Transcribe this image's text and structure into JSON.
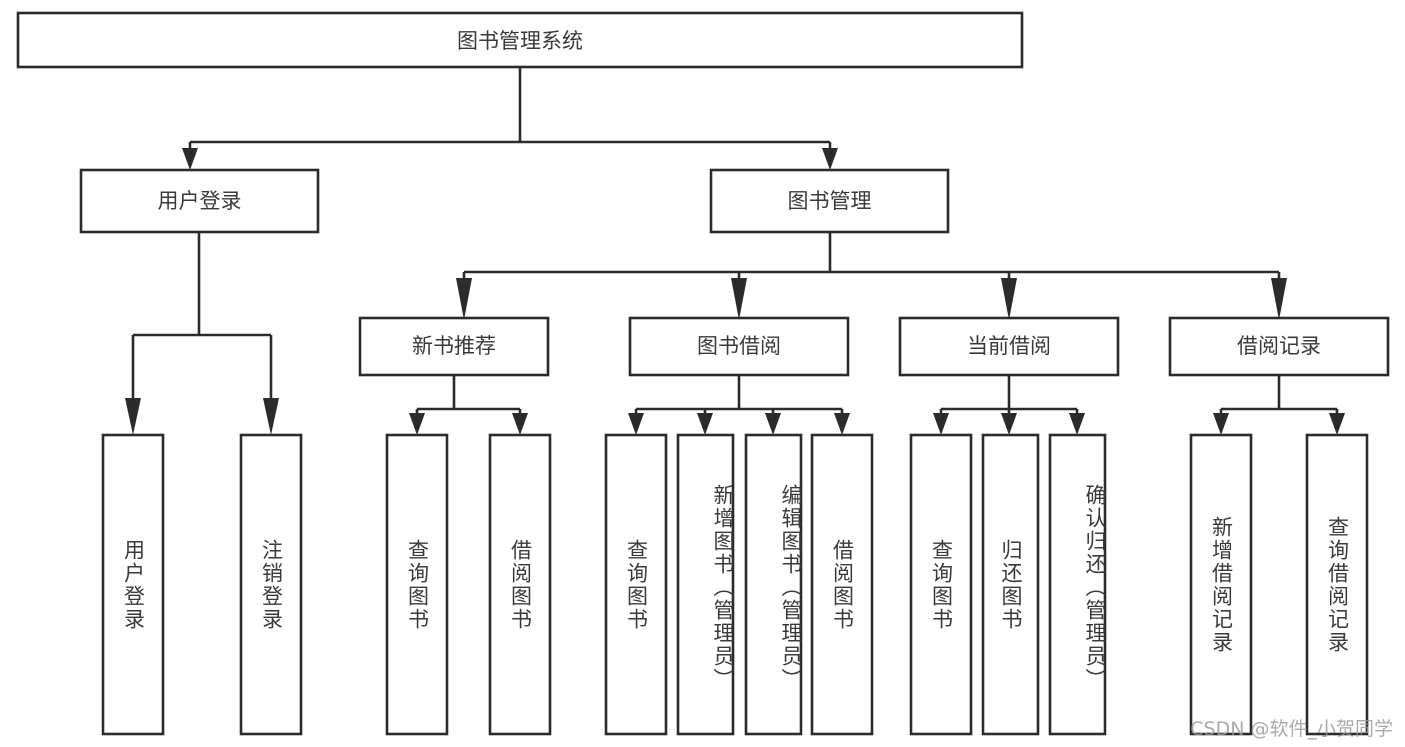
{
  "diagram": {
    "type": "tree-hierarchy",
    "title": "图书管理系统",
    "root": {
      "label": "图书管理系统",
      "orientation": "horizontal"
    },
    "level2": [
      {
        "label": "用户登录",
        "orientation": "horizontal"
      },
      {
        "label": "图书管理",
        "orientation": "horizontal"
      }
    ],
    "level3": [
      {
        "label": "新书推荐",
        "orientation": "horizontal"
      },
      {
        "label": "图书借阅",
        "orientation": "horizontal"
      },
      {
        "label": "当前借阅",
        "orientation": "horizontal"
      },
      {
        "label": "借阅记录",
        "orientation": "horizontal"
      }
    ],
    "leaves": {
      "user_login": [
        {
          "label": "用户登录",
          "orientation": "vertical"
        },
        {
          "label": "注销登录",
          "orientation": "vertical"
        }
      ],
      "new_book_recommend": [
        {
          "label": "查询图书",
          "orientation": "vertical"
        },
        {
          "label": "借阅图书",
          "orientation": "vertical"
        }
      ],
      "book_borrow": [
        {
          "label": "查询图书",
          "orientation": "vertical"
        },
        {
          "label": "新增图书（管理员）",
          "orientation": "vertical"
        },
        {
          "label": "编辑图书（管理员）",
          "orientation": "vertical"
        },
        {
          "label": "借阅图书",
          "orientation": "vertical"
        }
      ],
      "current_borrow": [
        {
          "label": "查询图书",
          "orientation": "vertical"
        },
        {
          "label": "归还图书",
          "orientation": "vertical"
        },
        {
          "label": "确认归还（管理员）",
          "orientation": "vertical"
        }
      ],
      "borrow_record": [
        {
          "label": "新增借阅记录",
          "orientation": "vertical"
        },
        {
          "label": "查询借阅记录",
          "orientation": "vertical"
        }
      ]
    },
    "colors": {
      "background": "#ffffff",
      "box_stroke": "#2b2b2b",
      "box_fill": "#ffffff",
      "text": "#3a3a3a",
      "watermark": "#9b9b9b"
    }
  },
  "watermark": {
    "text": "CSDN @软件_小贺同学"
  }
}
